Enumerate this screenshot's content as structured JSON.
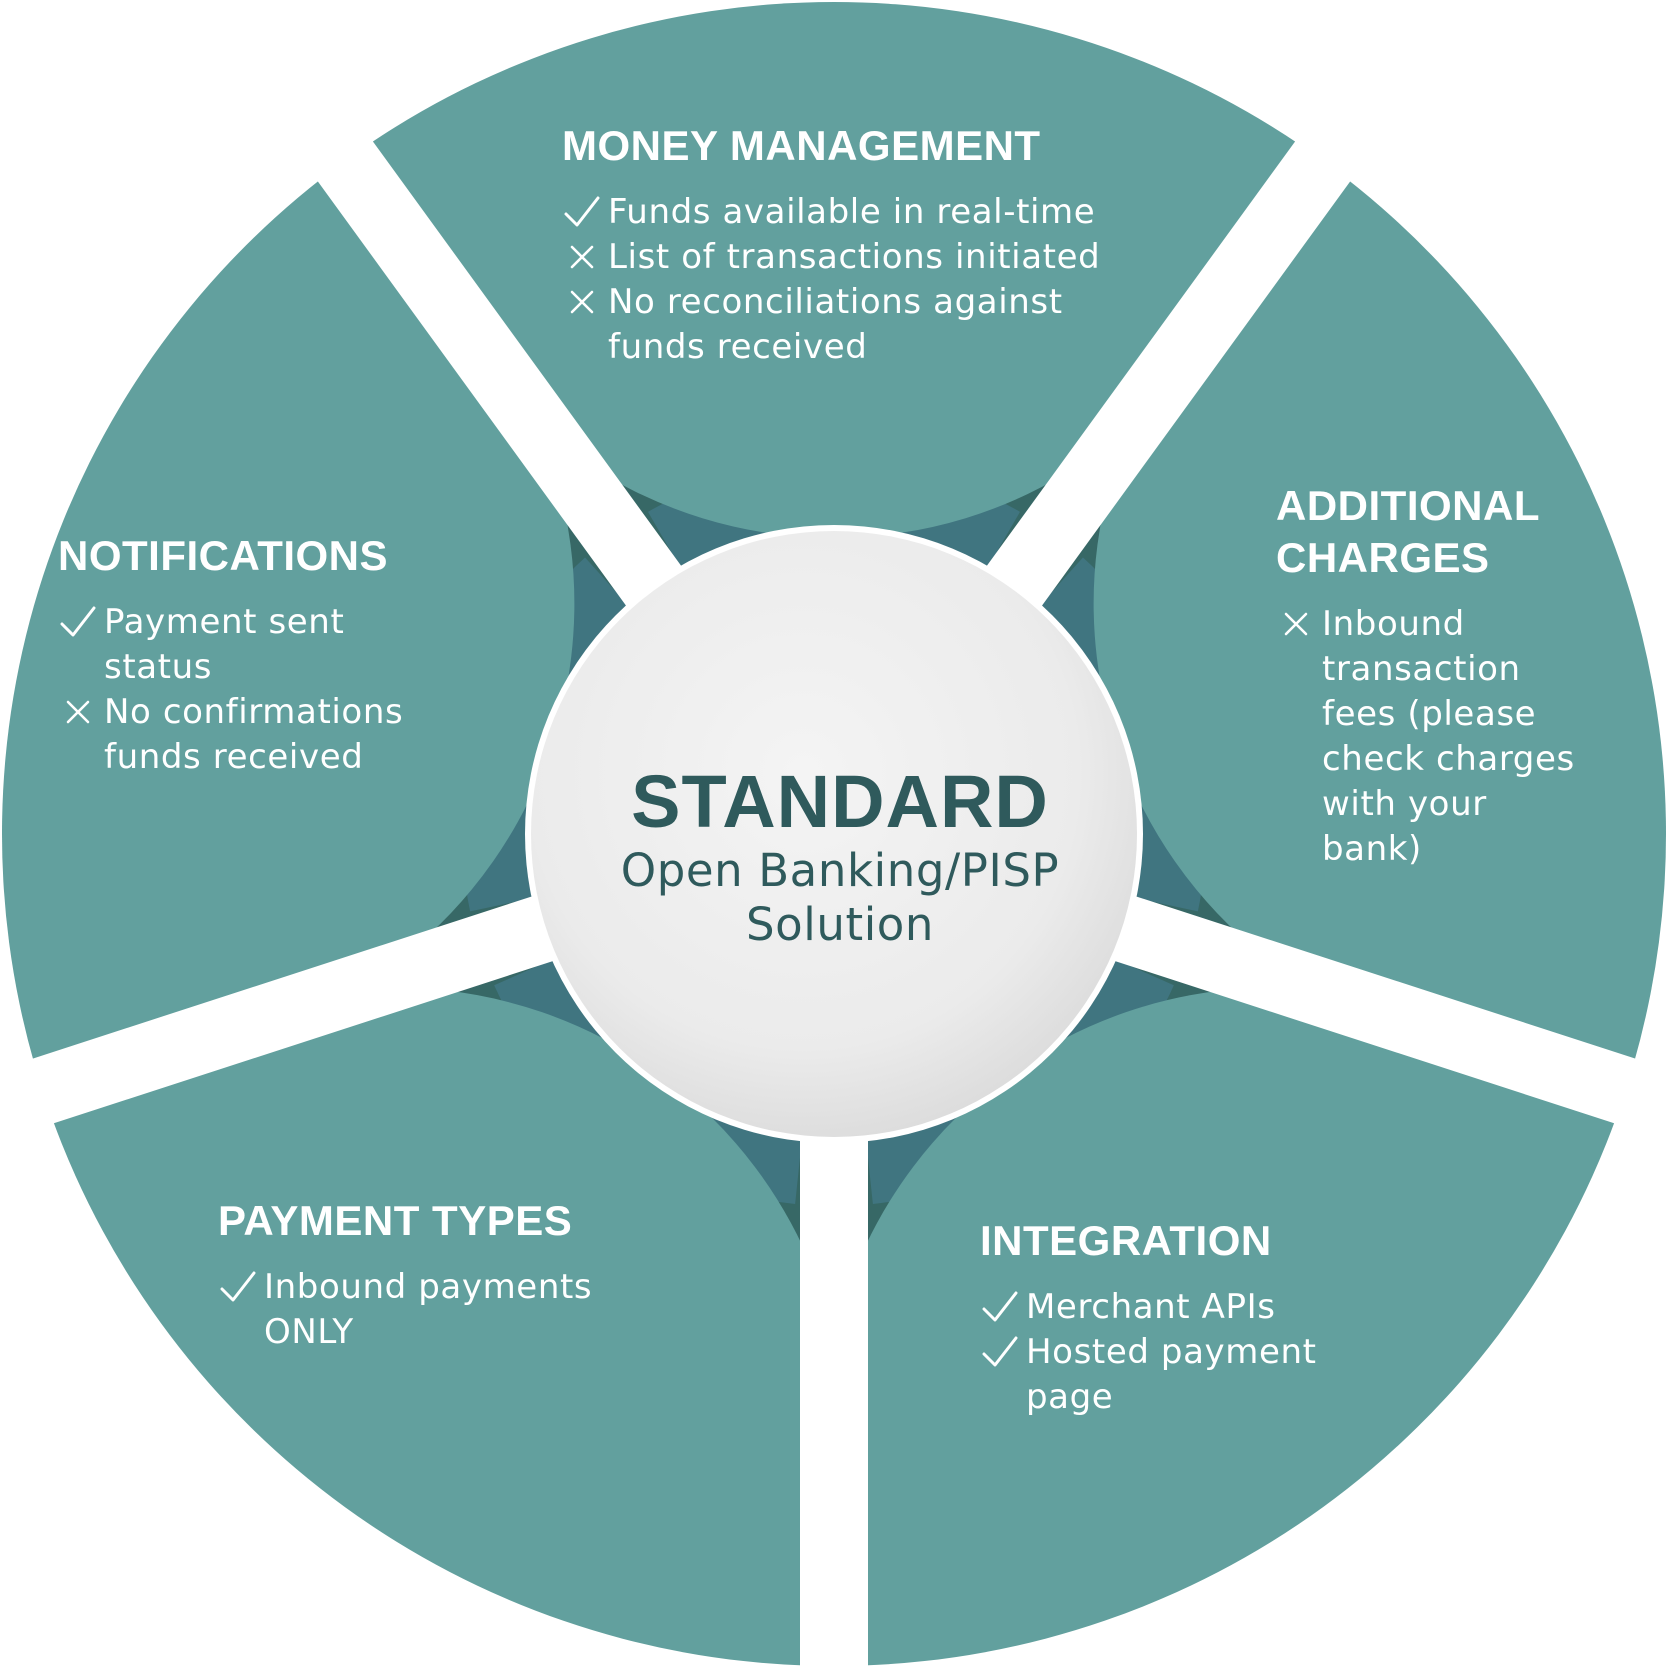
{
  "center": {
    "title": "STANDARD",
    "subtitle_line1": "Open Banking/PISP",
    "subtitle_line2": "Solution"
  },
  "colors": {
    "segment": "#62a09e",
    "inner_ring_dark": "#376866",
    "inner_ring_mid": "#407580",
    "center_text": "#2f5a5c",
    "background": "#ffffff"
  },
  "sections": [
    {
      "id": "money-management",
      "title": [
        "MONEY MANAGEMENT"
      ],
      "items": [
        {
          "icon": "check-icon",
          "text": [
            "Funds available in real-time"
          ]
        },
        {
          "icon": "cross-icon",
          "text": [
            "List of transactions initiated"
          ]
        },
        {
          "icon": "cross-icon",
          "text": [
            "No reconciliations against",
            "funds received"
          ]
        }
      ]
    },
    {
      "id": "additional-charges",
      "title": [
        "ADDITIONAL",
        "CHARGES"
      ],
      "items": [
        {
          "icon": "cross-icon",
          "text": [
            "Inbound",
            "transaction",
            "fees (please",
            "check charges",
            "with your",
            "bank)"
          ]
        }
      ]
    },
    {
      "id": "integration",
      "title": [
        "INTEGRATION"
      ],
      "items": [
        {
          "icon": "check-icon",
          "text": [
            "Merchant APIs"
          ]
        },
        {
          "icon": "check-icon",
          "text": [
            "Hosted payment",
            "page"
          ]
        }
      ]
    },
    {
      "id": "payment-types",
      "title": [
        "PAYMENT TYPES"
      ],
      "items": [
        {
          "icon": "check-icon",
          "text": [
            "Inbound payments",
            "ONLY"
          ]
        }
      ]
    },
    {
      "id": "notifications",
      "title": [
        "NOTIFICATIONS"
      ],
      "items": [
        {
          "icon": "check-icon",
          "text": [
            "Payment sent",
            "status"
          ]
        },
        {
          "icon": "cross-icon",
          "text": [
            "No confirmations",
            "funds received"
          ]
        }
      ]
    }
  ]
}
